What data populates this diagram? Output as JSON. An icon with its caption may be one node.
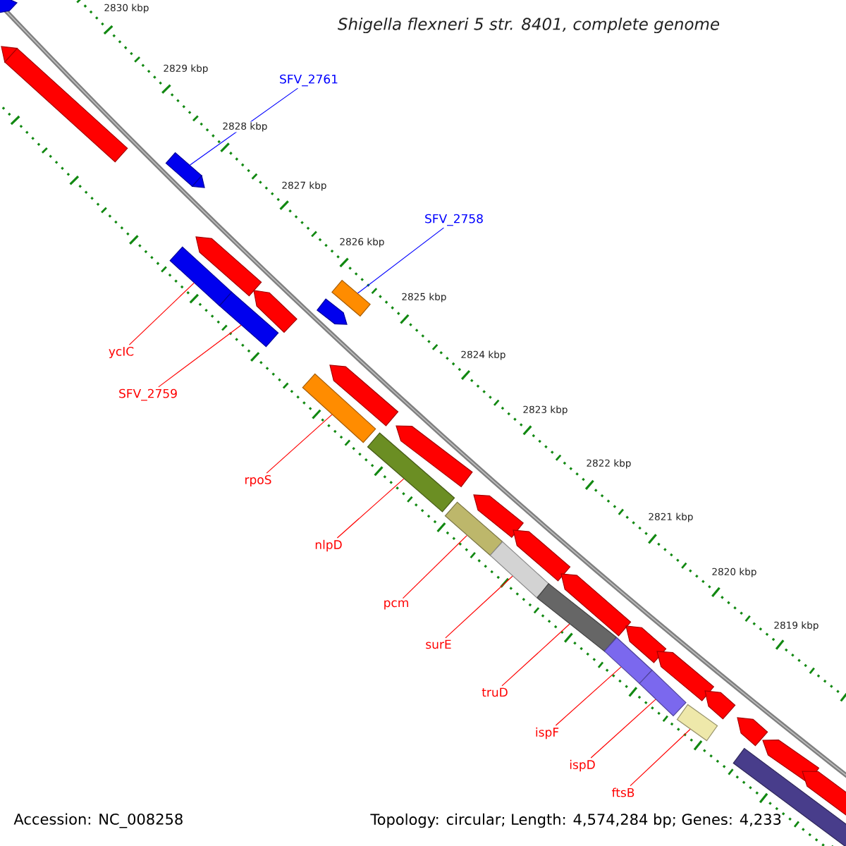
{
  "diagram": {
    "title": "Shigella flexneri 5 str. 8401, complete genome",
    "nodes": [
      {
        "text": [
          "SFV_2761"
        ]
      },
      {
        "text": [
          "SFV_2758"
        ]
      },
      {
        "text": [
          "ycIC"
        ]
      },
      {
        "text": [
          "SFV_2759"
        ]
      },
      {
        "text": [
          "rpoS"
        ]
      },
      {
        "text": [
          "nlpD"
        ]
      },
      {
        "text": [
          "pcm"
        ]
      },
      {
        "text": [
          "surE"
        ]
      },
      {
        "text": [
          "truD"
        ]
      },
      {
        "text": [
          "ispF"
        ]
      },
      {
        "text": [
          "ispD"
        ]
      },
      {
        "text": [
          "ftsB"
        ]
      },
      {
        "text": [],
        "shape": "bar"
      },
      {
        "text": [],
        "shape": "bar"
      },
      {
        "text": [],
        "shape": "bar"
      },
      {
        "text": [],
        "shape": "bar"
      },
      {
        "text": [],
        "shape": "bar"
      },
      {
        "text": [],
        "shape": "bar"
      },
      {
        "text": [],
        "shape": "bar"
      },
      {
        "text": [],
        "shape": "bar"
      },
      {
        "text": [],
        "shape": "bar"
      },
      {
        "text": [],
        "shape": "bar"
      },
      {
        "text": [],
        "shape": "bar"
      },
      {
        "text": [],
        "shape": "bar"
      },
      {
        "text": [],
        "shape": "bar"
      }
    ],
    "edges": [
      {
        "from": 0,
        "to": 13,
        "arrow": "none",
        "color": "#0000ff"
      },
      {
        "from": 1,
        "to": 15,
        "arrow": "none",
        "color": "#0000ff"
      },
      {
        "from": 2,
        "to": 14,
        "arrow": "none"
      },
      {
        "from": 3,
        "to": 16,
        "arrow": "none"
      },
      {
        "from": 4,
        "to": 17,
        "arrow": "none"
      },
      {
        "from": 5,
        "to": 18,
        "arrow": "none"
      },
      {
        "from": 6,
        "to": 19,
        "arrow": "none"
      },
      {
        "from": 7,
        "to": 20,
        "arrow": "none"
      },
      {
        "from": 8,
        "to": 21,
        "arrow": "none"
      },
      {
        "from": 9,
        "to": 22,
        "arrow": "none"
      },
      {
        "from": 10,
        "to": 23,
        "arrow": "none"
      },
      {
        "from": 11,
        "to": 24,
        "arrow": "none"
      }
    ],
    "labels": [
      "2830 kbp",
      "2829 kbp",
      "2828 kbp",
      "2827 kbp",
      "2826 kbp",
      "2825 kbp",
      "2824 kbp",
      "2823 kbp",
      "2822 kbp",
      "2821 kbp",
      "2820 kbp",
      "2819 kbp",
      "Accession: NC_008258",
      "Topology: circular; Length: 4,574,284 bp; Genes: 4,233"
    ]
  }
}
